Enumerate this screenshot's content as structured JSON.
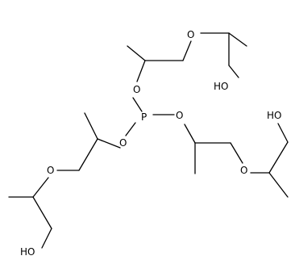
{
  "atoms": {
    "phosphorus": "P",
    "oxygen_ester_top": "O",
    "oxygen_ester_left": "O",
    "oxygen_ester_right": "O",
    "oxygen_ether_top": "O",
    "oxygen_ether_left": "O",
    "oxygen_ether_right": "O",
    "hydroxyl_top": "HO",
    "hydroxyl_left": "HO",
    "hydroxyl_right": "HO"
  }
}
